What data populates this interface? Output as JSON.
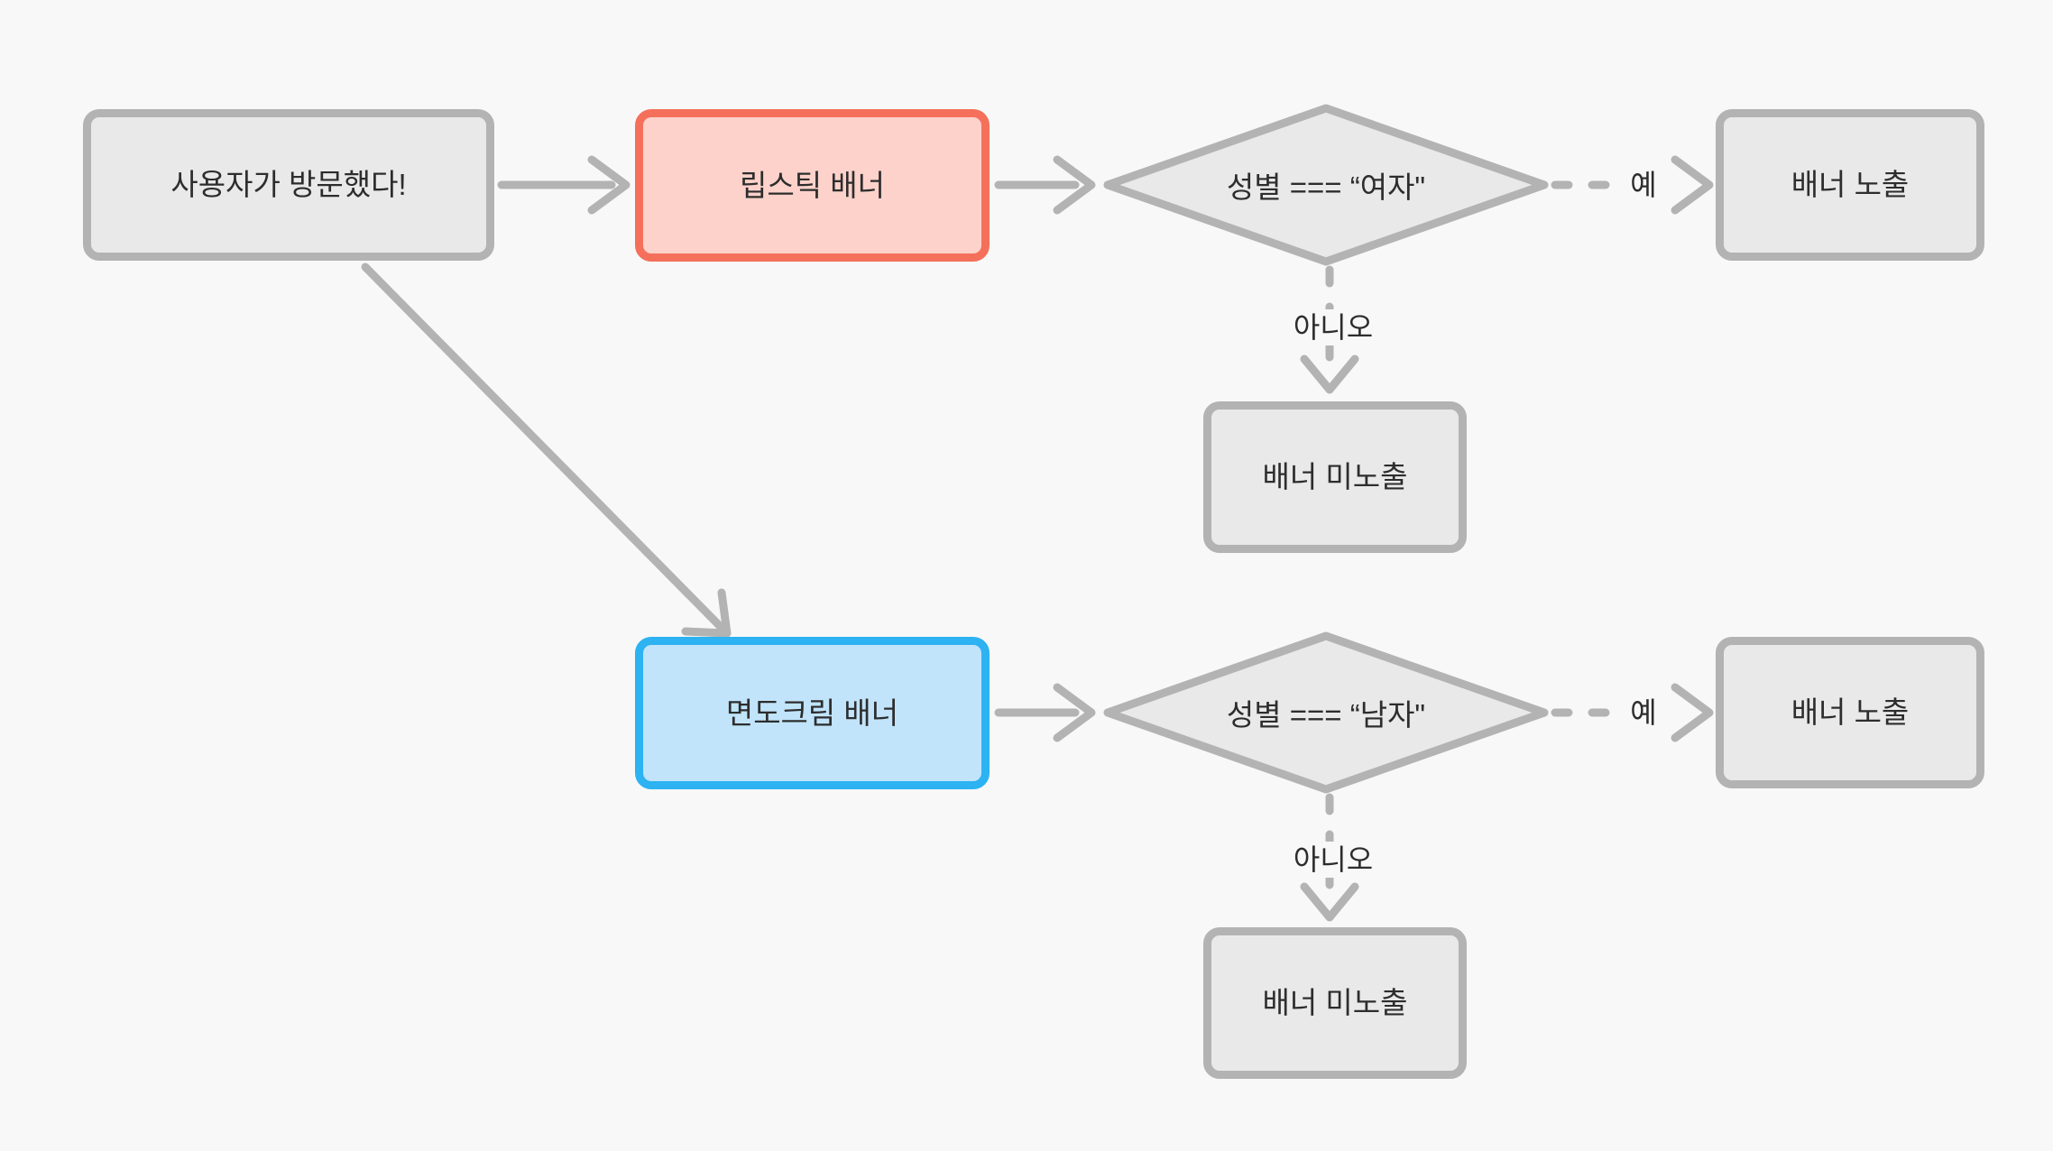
{
  "diagram": {
    "type": "flowchart",
    "language": "ko",
    "nodes": {
      "start": {
        "label": "사용자가 방문했다!",
        "shape": "rounded-rect",
        "variant": "gray"
      },
      "lipstick_banner": {
        "label": "립스틱 배너",
        "shape": "rounded-rect",
        "variant": "red"
      },
      "decision_female": {
        "label": "성별 === “여자\"",
        "shape": "diamond",
        "variant": "gray"
      },
      "banner_show_female": {
        "label": "배너 노출",
        "shape": "rounded-rect",
        "variant": "gray"
      },
      "banner_hide_female": {
        "label": "배너 미노출",
        "shape": "rounded-rect",
        "variant": "gray"
      },
      "shaving_banner": {
        "label": "면도크림 배너",
        "shape": "rounded-rect",
        "variant": "blue"
      },
      "decision_male": {
        "label": "성별 === “남자\"",
        "shape": "diamond",
        "variant": "gray"
      },
      "banner_show_male": {
        "label": "배너 노출",
        "shape": "rounded-rect",
        "variant": "gray"
      },
      "banner_hide_male": {
        "label": "배너 미노출",
        "shape": "rounded-rect",
        "variant": "gray"
      }
    },
    "edges": [
      {
        "from": "start",
        "to": "lipstick_banner",
        "label": "",
        "style": "solid"
      },
      {
        "from": "start",
        "to": "shaving_banner",
        "label": "",
        "style": "solid"
      },
      {
        "from": "lipstick_banner",
        "to": "decision_female",
        "label": "",
        "style": "solid"
      },
      {
        "from": "decision_female",
        "to": "banner_show_female",
        "label": "예",
        "style": "dashed"
      },
      {
        "from": "decision_female",
        "to": "banner_hide_female",
        "label": "아니오",
        "style": "dashed"
      },
      {
        "from": "shaving_banner",
        "to": "decision_male",
        "label": "",
        "style": "solid"
      },
      {
        "from": "decision_male",
        "to": "banner_show_male",
        "label": "예",
        "style": "dashed"
      },
      {
        "from": "decision_male",
        "to": "banner_hide_male",
        "label": "아니오",
        "style": "dashed"
      }
    ],
    "colors": {
      "background": "#f8f8f8",
      "node_fill_gray": "#e9e9e9",
      "node_border_gray": "#b3b3b3",
      "node_fill_red": "#fcd2cb",
      "node_border_red": "#f4705b",
      "node_fill_blue": "#c1e4fb",
      "node_border_blue": "#2db2f2",
      "edge_color": "#b3b3b3",
      "text_color": "#2d2d2d"
    }
  }
}
